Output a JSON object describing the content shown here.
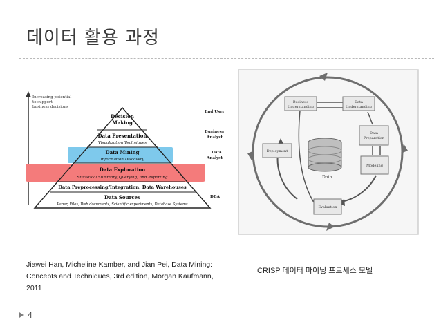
{
  "slide": {
    "title": "데이터 활용 과정",
    "page_number": "4"
  },
  "pyramid": {
    "side_note": "Increasing potential\nto support\nbusiness decisions",
    "levels": [
      {
        "title": "Decision",
        "title2": "Making",
        "subtitle": "",
        "role": "End User"
      },
      {
        "title": "Data Presentation",
        "subtitle": "Visualization Techniques",
        "role": "Business\nAnalyst"
      },
      {
        "title": "Data Mining",
        "subtitle": "Information Discovery",
        "role": "Data\nAnalyst",
        "highlight": "#78c8ec"
      },
      {
        "title": "Data Exploration",
        "subtitle": "Statistical Summary, Querying, and Reporting",
        "role": "",
        "highlight": "#f26d6d"
      },
      {
        "title": "Data Preprocessing/Integration, Data Warehouses",
        "subtitle": "",
        "role": "DBA"
      },
      {
        "title": "Data Sources",
        "subtitle": "Paper, Files, Web documents, Scientific experiments, Database Systems",
        "role": ""
      }
    ],
    "caption": "Jiawei Han, Micheline Kamber, and Jian Pei, Data Mining:\nConcepts and Techniques, 3rd edition, Morgan Kaufmann,\n2011"
  },
  "crisp": {
    "nodes": {
      "business": "Business\nUnderstanding",
      "data_understanding": "Data\nUnderstanding",
      "data_preparation": "Data\nPreparation",
      "modeling": "Modeling",
      "evaluation": "Evaluation",
      "deployment": "Deployment",
      "data": "Data"
    },
    "caption": "CRISP 데이터 마이닝 프로세스 모델"
  }
}
